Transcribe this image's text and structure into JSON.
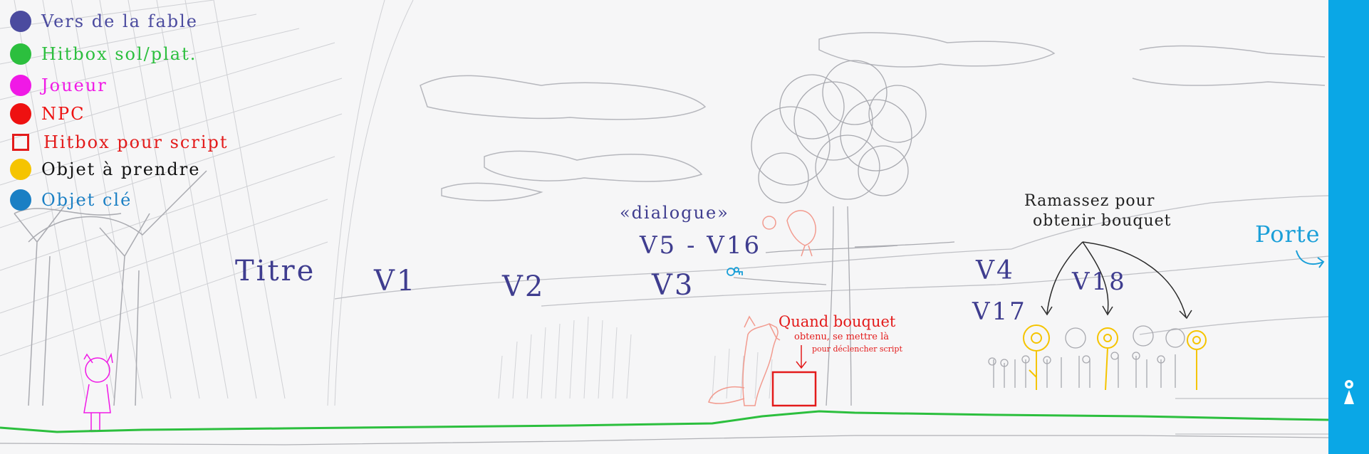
{
  "legend": [
    {
      "label": "Vers de la fable",
      "color": "#4b4b9f",
      "shape": "circle"
    },
    {
      "label": "Hitbox sol/plat.",
      "color": "#2cbf3e",
      "shape": "circle"
    },
    {
      "label": "Joueur",
      "color": "#f019e6",
      "shape": "circle"
    },
    {
      "label": "NPC",
      "color": "#ee1111",
      "shape": "circle"
    },
    {
      "label": "Hitbox pour script",
      "color": "#e31b1b",
      "shape": "square"
    },
    {
      "label": "Objet à prendre",
      "color": "#f5c400",
      "shape": "circle"
    },
    {
      "label": "Objet clé",
      "color": "#1a7fc4",
      "shape": "circle"
    }
  ],
  "verses": {
    "title": "Titre",
    "v1": "V1",
    "v2": "V2",
    "v3": "V3",
    "v5_v16": "V5 - V16",
    "dialogue": "«dialogue»",
    "v4": "V4",
    "v17": "V17",
    "v18": "V18"
  },
  "annotations": {
    "collect_line1": "Ramassez pour",
    "collect_line2": "obtenir bouquet",
    "script_line1": "Quand bouquet",
    "script_line2": "obtenu, se mettre là",
    "script_line3": "pour déclencher script",
    "door": "Porte"
  },
  "colors": {
    "verse": "#3f3d8f",
    "ground_hitbox": "#2cbf3e",
    "player": "#f019e6",
    "npc": "#ee1111",
    "script_hitbox": "#e31b1b",
    "pickup": "#f5c400",
    "key_item": "#1a7fc4",
    "sidebar": "#0aa7e6"
  },
  "sidebar": {
    "icon": "player-figure-icon"
  }
}
